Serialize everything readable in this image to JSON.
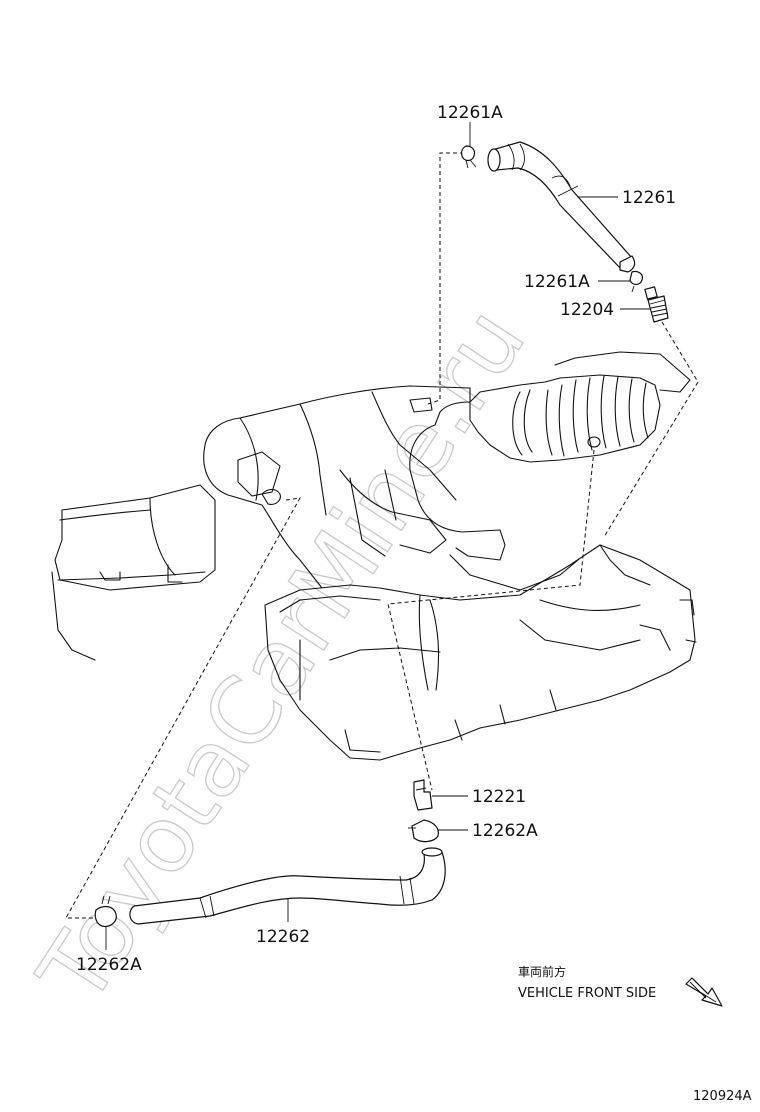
{
  "diagram": {
    "callouts": {
      "hose_clamp_top": "12261A",
      "ventilation_hose_upper": "12261",
      "hose_clamp_mid": "12261A",
      "pcv_valve": "12204",
      "union_fitting": "12221",
      "hose_clamp_lower_right": "12262A",
      "ventilation_hose_lower": "12262",
      "hose_clamp_lower_left": "12262A"
    },
    "direction": {
      "japanese": "車両前方",
      "english": "VEHICLE FRONT SIDE"
    },
    "figure_code": "120924A",
    "watermark": "ToyotaCarMine.ru"
  }
}
